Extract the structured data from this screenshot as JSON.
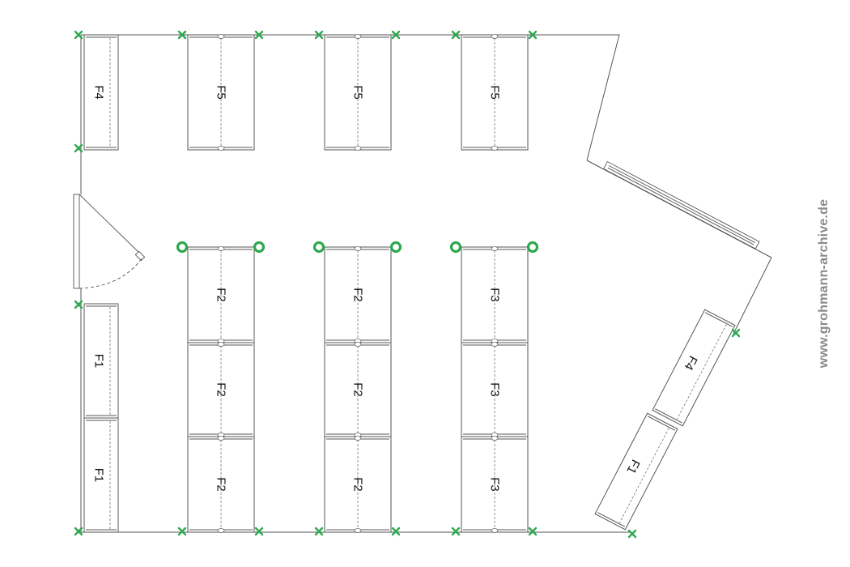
{
  "diagram": {
    "racks": [
      {
        "id": "r-f4-top",
        "label": "F4",
        "marker": "x"
      },
      {
        "id": "r-f5-a",
        "label": "F5",
        "marker": "x"
      },
      {
        "id": "r-f5-b",
        "label": "F5",
        "marker": "x"
      },
      {
        "id": "r-f5-c",
        "label": "F5",
        "marker": "x"
      },
      {
        "id": "r-f1-left-1",
        "label": "F1",
        "marker": "x"
      },
      {
        "id": "r-f1-left-2",
        "label": "F1",
        "marker": "x"
      },
      {
        "id": "r-f2-a-1",
        "label": "F2",
        "marker": "o"
      },
      {
        "id": "r-f2-a-2",
        "label": "F2",
        "marker": "o"
      },
      {
        "id": "r-f2-a-3",
        "label": "F2",
        "marker": "x"
      },
      {
        "id": "r-f2-b-1",
        "label": "F2",
        "marker": "o"
      },
      {
        "id": "r-f2-b-2",
        "label": "F2",
        "marker": "o"
      },
      {
        "id": "r-f2-b-3",
        "label": "F2",
        "marker": "x"
      },
      {
        "id": "r-f3-c-1",
        "label": "F3",
        "marker": "o"
      },
      {
        "id": "r-f3-c-2",
        "label": "F3",
        "marker": "o"
      },
      {
        "id": "r-f3-c-3",
        "label": "F3",
        "marker": "x"
      },
      {
        "id": "r-f4-diag",
        "label": "F4",
        "marker": "x"
      },
      {
        "id": "r-f1-diag",
        "label": "F1",
        "marker": "x"
      }
    ],
    "marker_color": "#2fa84f",
    "wall_color": "#555555"
  },
  "watermark": "www.grohmann-archive.de"
}
